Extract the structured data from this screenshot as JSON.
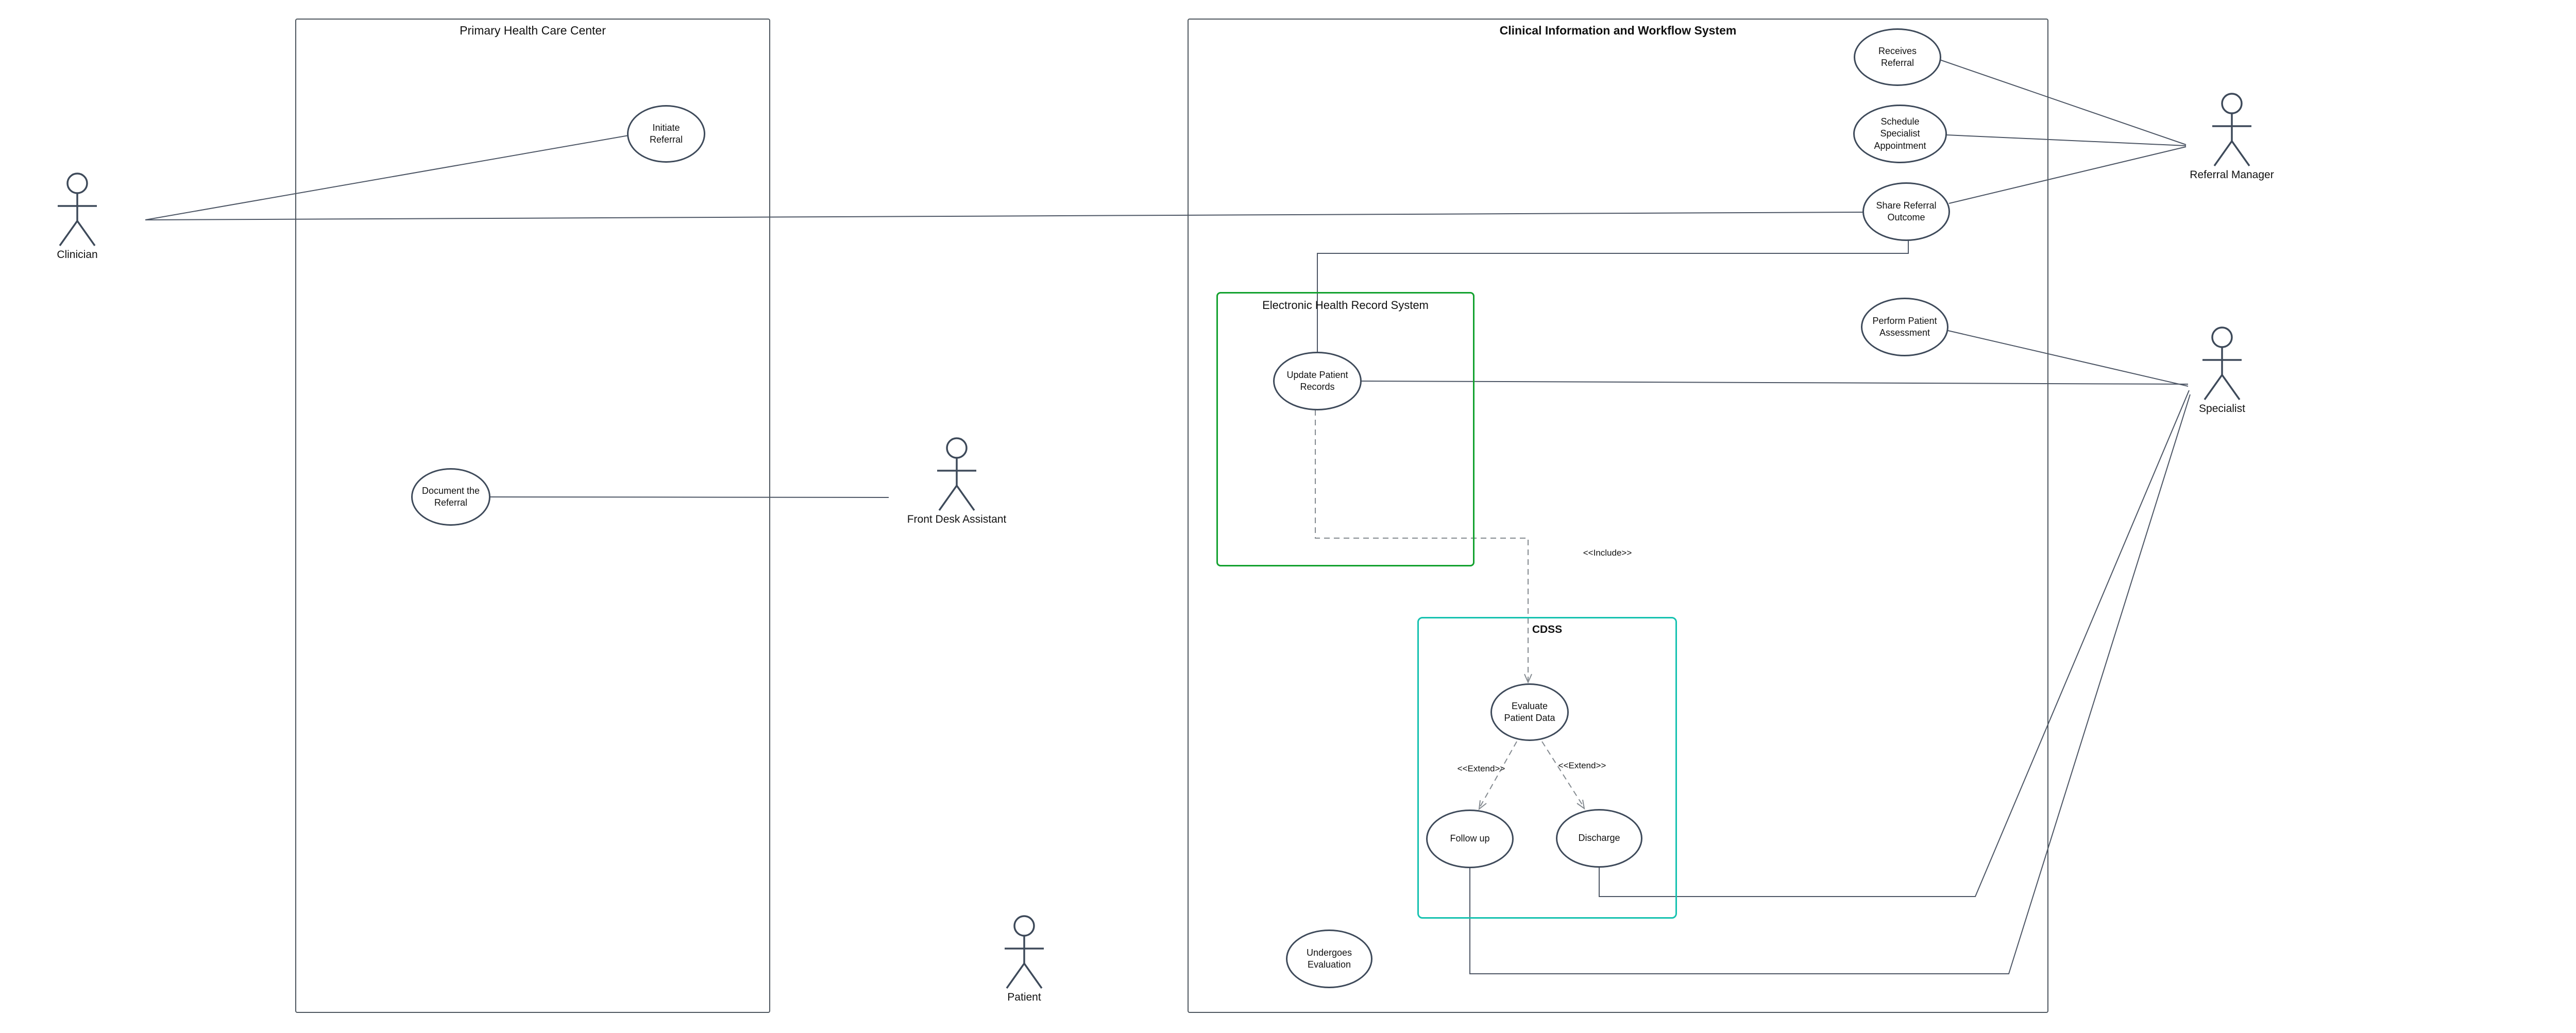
{
  "containers": {
    "primary": {
      "title": "Primary Health Care Center"
    },
    "clinical": {
      "title": "Clinical Information and Workflow System"
    },
    "ehr": {
      "title": "Electronic Health Record System"
    },
    "cdss": {
      "title": "CDSS"
    }
  },
  "use_cases": {
    "initiate_referral": {
      "label": "Initiate Referral"
    },
    "document_referral": {
      "label": "Document the Referral"
    },
    "receives_referral": {
      "label": "Receives Referral"
    },
    "schedule_specialist": {
      "label": "Schedule Specialist Appointment"
    },
    "share_referral": {
      "label": "Share Referral Outcome"
    },
    "perform_assessment": {
      "label": "Perform Patient Assessment"
    },
    "update_records": {
      "label": "Update Patient Records"
    },
    "evaluate_data": {
      "label": "Evaluate Patient Data"
    },
    "follow_up": {
      "label": "Follow up"
    },
    "discharge": {
      "label": "Discharge"
    },
    "undergoes_evaluation": {
      "label": "Undergoes Evaluation"
    }
  },
  "actors": {
    "clinician": {
      "name": "Clinician"
    },
    "front_desk": {
      "name": "Front Desk Assistant"
    },
    "patient": {
      "name": "Patient"
    },
    "referral_manager": {
      "name": "Referral Manager"
    },
    "specialist": {
      "name": "Specialist"
    }
  },
  "stereotypes": {
    "include": "<<Include>>",
    "extend_left": "<<Extend>>",
    "extend_right": "<<Extend>>"
  },
  "colors": {
    "line": "#4d5665",
    "dash": "#83898f",
    "node_stroke": "#3e4a5a",
    "boundary": "#4d565e",
    "ehr_green": "#12a12e",
    "cdss_teal": "#16c2b0",
    "text": "#111111",
    "background": "#ffffff"
  }
}
